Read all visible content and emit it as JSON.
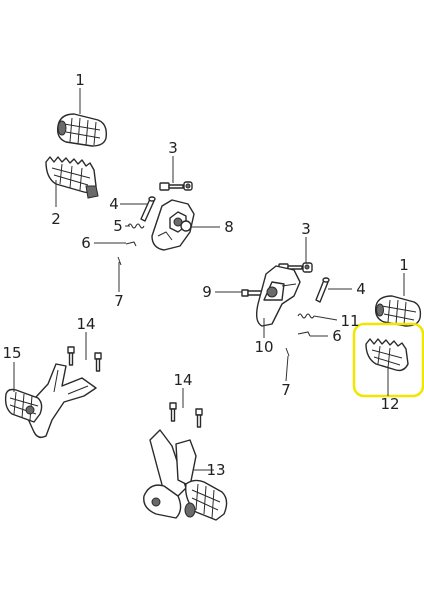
{
  "callouts": [
    {
      "id": "1a",
      "text": "1"
    },
    {
      "id": "2",
      "text": "2"
    },
    {
      "id": "3a",
      "text": "3"
    },
    {
      "id": "4a",
      "text": "4"
    },
    {
      "id": "5",
      "text": "5"
    },
    {
      "id": "6a",
      "text": "6"
    },
    {
      "id": "7a",
      "text": "7"
    },
    {
      "id": "8",
      "text": "8"
    },
    {
      "id": "3b",
      "text": "3"
    },
    {
      "id": "1b",
      "text": "1"
    },
    {
      "id": "9",
      "text": "9"
    },
    {
      "id": "4b",
      "text": "4"
    },
    {
      "id": "11",
      "text": "11"
    },
    {
      "id": "10",
      "text": "10"
    },
    {
      "id": "6b",
      "text": "6"
    },
    {
      "id": "7b",
      "text": "7"
    },
    {
      "id": "12",
      "text": "12"
    },
    {
      "id": "14a",
      "text": "14"
    },
    {
      "id": "15",
      "text": "15"
    },
    {
      "id": "14b",
      "text": "14"
    },
    {
      "id": "13",
      "text": "13"
    }
  ],
  "highlight": {
    "part": "12",
    "color": "#f2e600"
  },
  "colors": {
    "line": "#2a2a2a",
    "text": "#222222"
  }
}
